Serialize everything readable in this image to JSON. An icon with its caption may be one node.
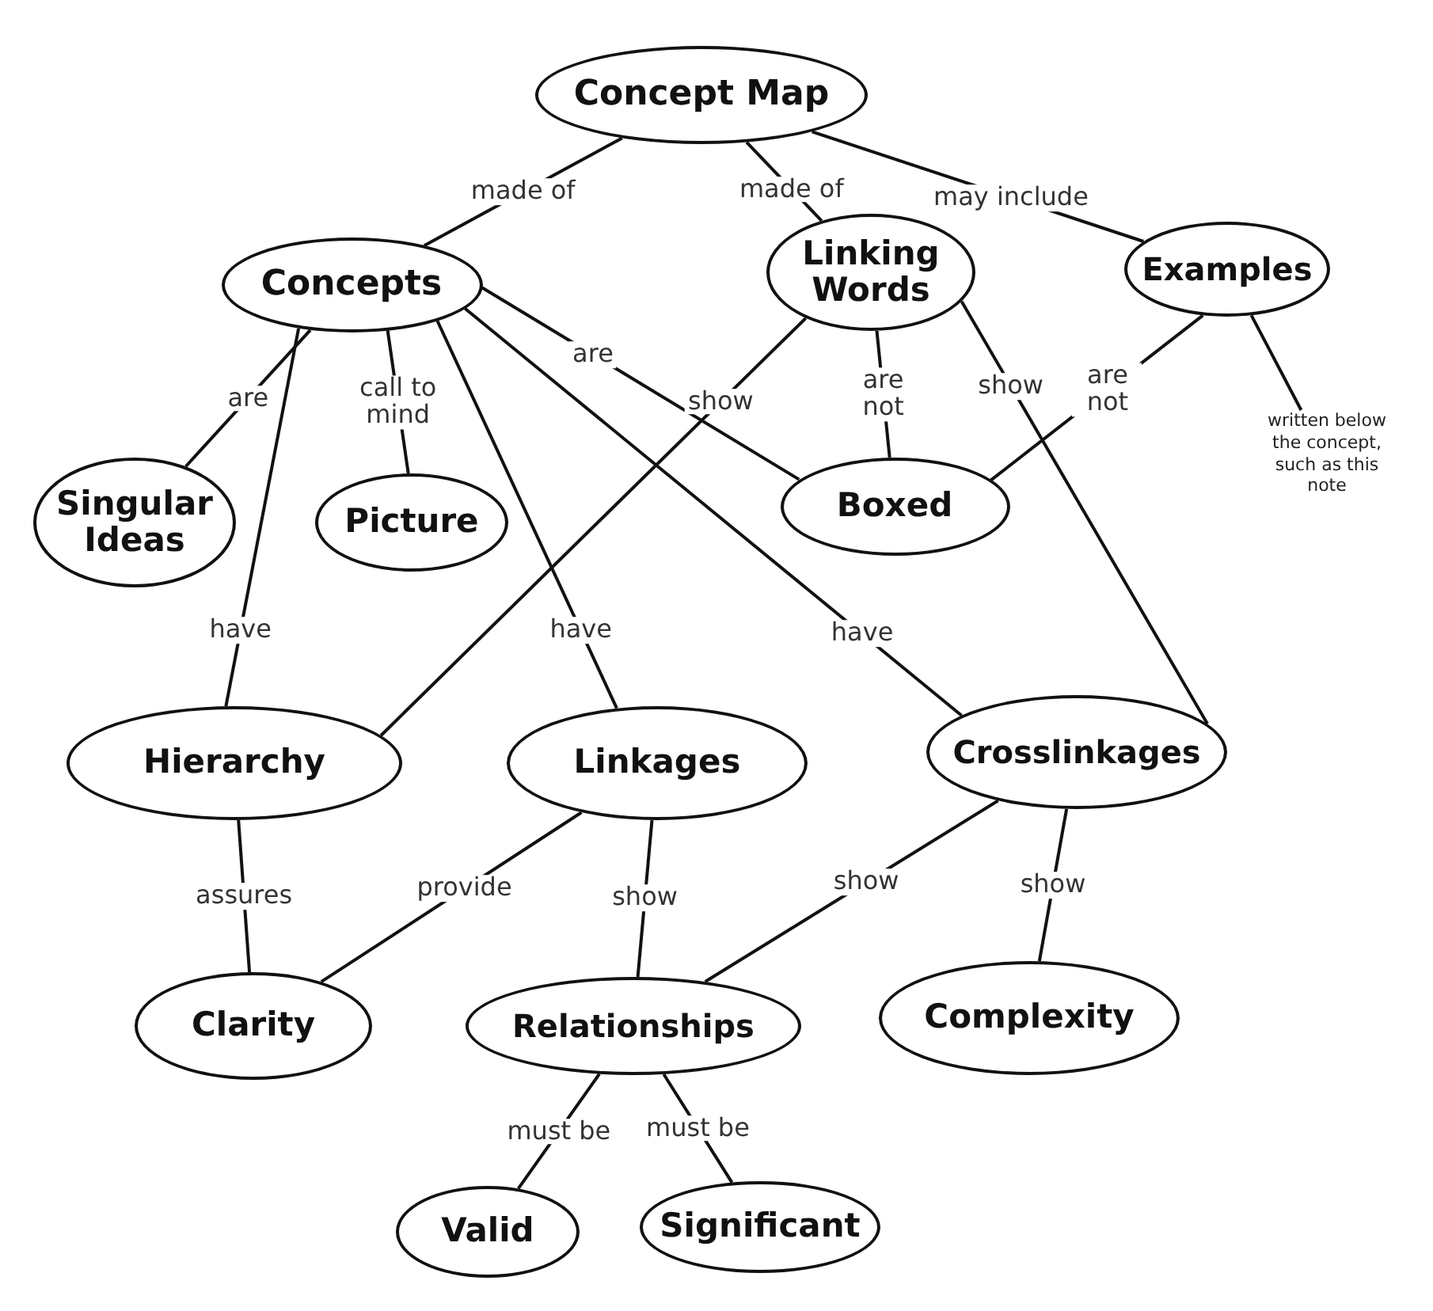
{
  "diagram": {
    "nodes": [
      {
        "text": [
          "Concept Map"
        ]
      },
      {
        "text": [
          "Concepts"
        ]
      },
      {
        "text": [
          "Linking Words"
        ]
      },
      {
        "text": [
          "Examples"
        ]
      },
      {
        "text": [
          "written below the concept, such as this note"
        ]
      },
      {
        "text": [
          "Singular Ideas"
        ]
      },
      {
        "text": [
          "Picture"
        ]
      },
      {
        "text": [
          "Boxed"
        ]
      },
      {
        "text": [
          "Hierarchy"
        ]
      },
      {
        "text": [
          "Linkages"
        ]
      },
      {
        "text": [
          "Crosslinkages"
        ]
      },
      {
        "text": [
          "Clarity"
        ]
      },
      {
        "text": [
          "Relationships"
        ]
      },
      {
        "text": [
          "Complexity"
        ]
      },
      {
        "text": [
          "Valid"
        ]
      },
      {
        "text": [
          "Significant"
        ]
      }
    ],
    "edges": [
      {
        "from": 0,
        "to": 1,
        "arrow": "none",
        "label": "made of"
      },
      {
        "from": 0,
        "to": 2,
        "arrow": "none",
        "label": "made of"
      },
      {
        "from": 0,
        "to": 3,
        "arrow": "none",
        "label": "may include"
      },
      {
        "from": 1,
        "to": 5,
        "arrow": "none",
        "label": "are"
      },
      {
        "from": 1,
        "to": 6,
        "arrow": "none",
        "label": "call to mind"
      },
      {
        "from": 1,
        "to": 7,
        "arrow": "none",
        "label": "are"
      },
      {
        "from": 1,
        "to": 8,
        "arrow": "none",
        "label": "have"
      },
      {
        "from": 1,
        "to": 9,
        "arrow": "none",
        "label": "have"
      },
      {
        "from": 1,
        "to": 10,
        "arrow": "none",
        "label": "have"
      },
      {
        "from": 2,
        "to": 8,
        "arrow": "none",
        "label": "show"
      },
      {
        "from": 2,
        "to": 7,
        "arrow": "none",
        "label": "are not"
      },
      {
        "from": 2,
        "to": 10,
        "arrow": "none",
        "label": "show"
      },
      {
        "from": 3,
        "to": 7,
        "arrow": "none",
        "label": "are not"
      },
      {
        "from": 3,
        "to": 4,
        "arrow": "none"
      },
      {
        "from": 8,
        "to": 11,
        "arrow": "none",
        "label": "assures"
      },
      {
        "from": 9,
        "to": 11,
        "arrow": "none",
        "label": "provide"
      },
      {
        "from": 9,
        "to": 12,
        "arrow": "none",
        "label": "show"
      },
      {
        "from": 10,
        "to": 12,
        "arrow": "none",
        "label": "show"
      },
      {
        "from": 10,
        "to": 13,
        "arrow": "none",
        "label": "show"
      },
      {
        "from": 12,
        "to": 14,
        "arrow": "none",
        "label": "must be"
      },
      {
        "from": 12,
        "to": 15,
        "arrow": "none",
        "label": "must be"
      }
    ]
  }
}
